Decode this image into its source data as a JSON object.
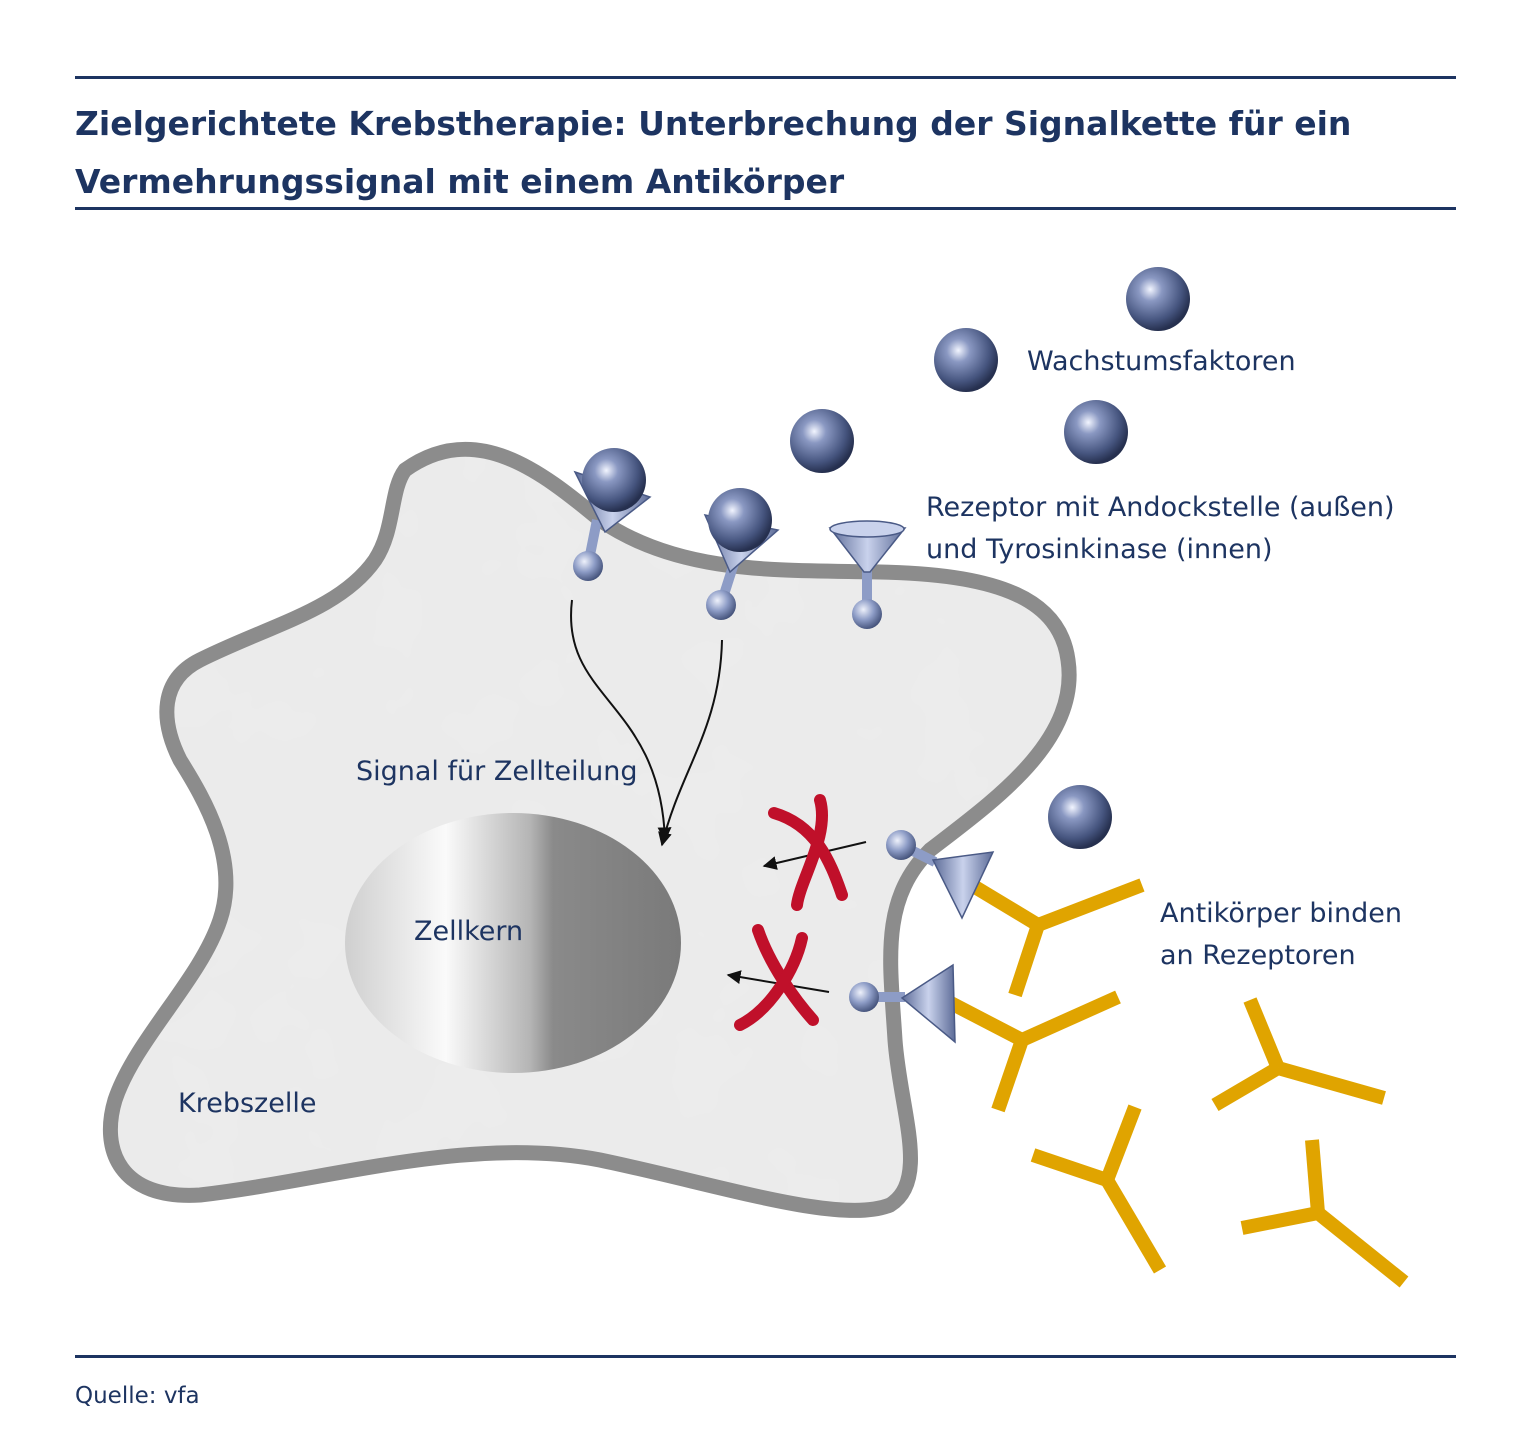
{
  "title": {
    "line1": "Zielgerichtete Krebstherapie: Unterbrechung der Signalkette für ein",
    "line2": "Vermehrungssignal mit einem Antikörper"
  },
  "labels": {
    "growth_factors": "Wachstumsfaktoren",
    "receptor_line1": "Rezeptor mit Andockstelle (außen)",
    "receptor_line2": "und Tyrosinkinase (innen)",
    "signal": "Signal für Zellteilung",
    "nucleus": "Zellkern",
    "cell": "Krebszelle",
    "antibodies_line1": "Antikörper binden",
    "antibodies_line2": "an Rezeptoren"
  },
  "source": "Quelle: vfa",
  "colors": {
    "navy": "#1d3461",
    "cell_membrane": "#8c8c8c",
    "cell_fill": "#ededed",
    "antibody": "#e0a400",
    "block_mark": "#c0102a",
    "receptor": "#8d9cc6"
  }
}
